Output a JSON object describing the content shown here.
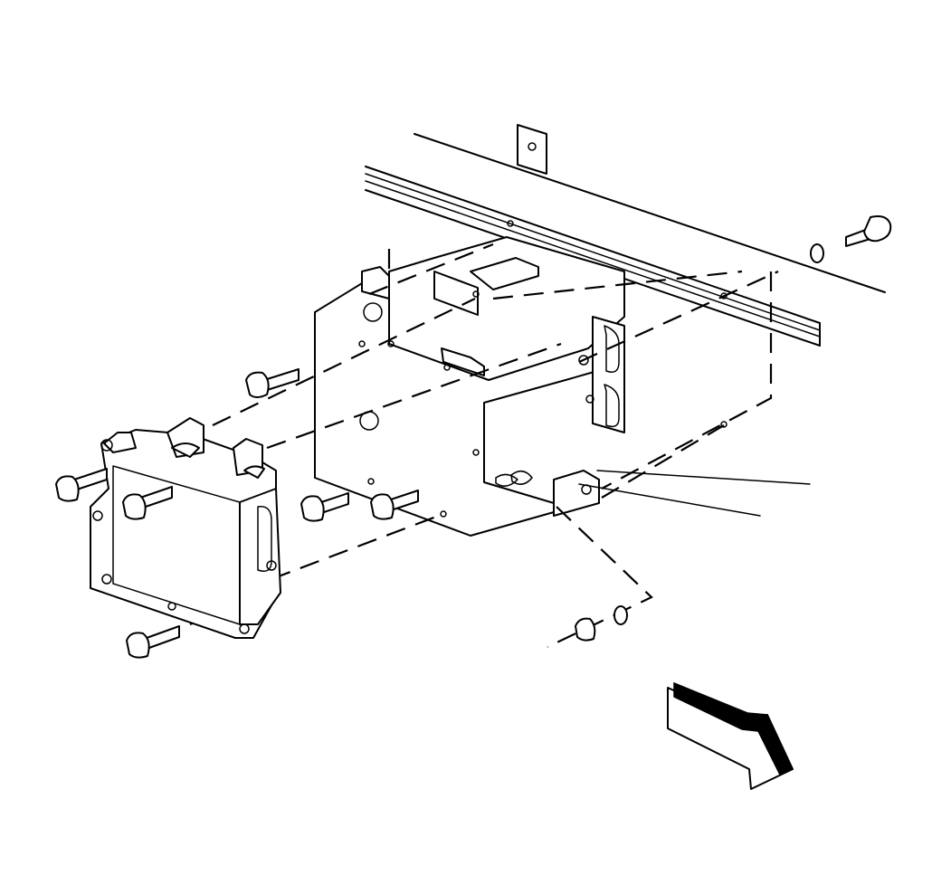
{
  "diagram": {
    "view": "exploded-assembly",
    "line_color": "#000000",
    "background": "#ffffff",
    "components": [
      "frame-rail",
      "mounting-bracket",
      "control-module",
      "bolt",
      "washer",
      "nut",
      "direction-arrow"
    ]
  }
}
